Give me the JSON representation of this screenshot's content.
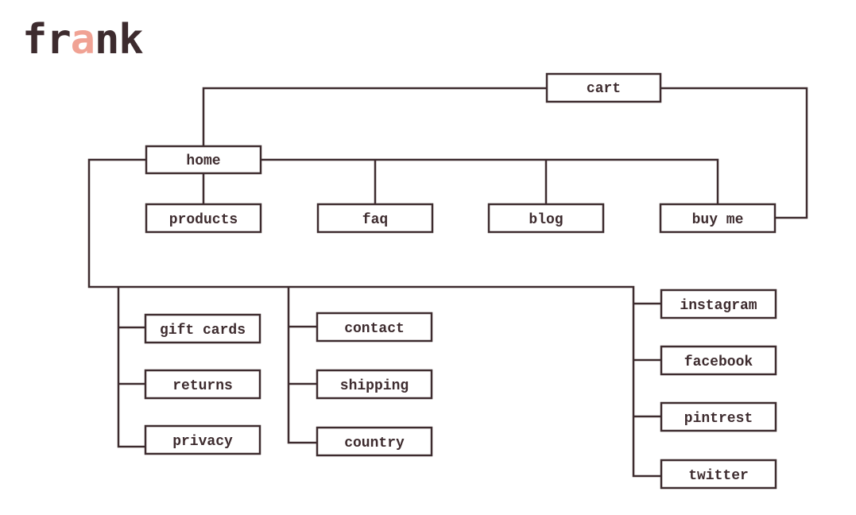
{
  "brand": {
    "letters": [
      "f",
      "r",
      "a",
      "n",
      "k"
    ],
    "accent_index": 2,
    "text_color": "#3d2b2e",
    "accent_color": "#f0a294"
  },
  "colors": {
    "line": "#3d2b2e",
    "box_fill": "#ffffff"
  },
  "nodes": {
    "cart": "cart",
    "home": "home",
    "products": "products",
    "faq": "faq",
    "blog": "blog",
    "buy_me": "buy me",
    "gift_cards": "gift cards",
    "returns": "returns",
    "privacy": "privacy",
    "contact": "contact",
    "shipping": "shipping",
    "country": "country",
    "instagram": "instagram",
    "facebook": "facebook",
    "pintrest": "pintrest",
    "twitter": "twitter"
  }
}
